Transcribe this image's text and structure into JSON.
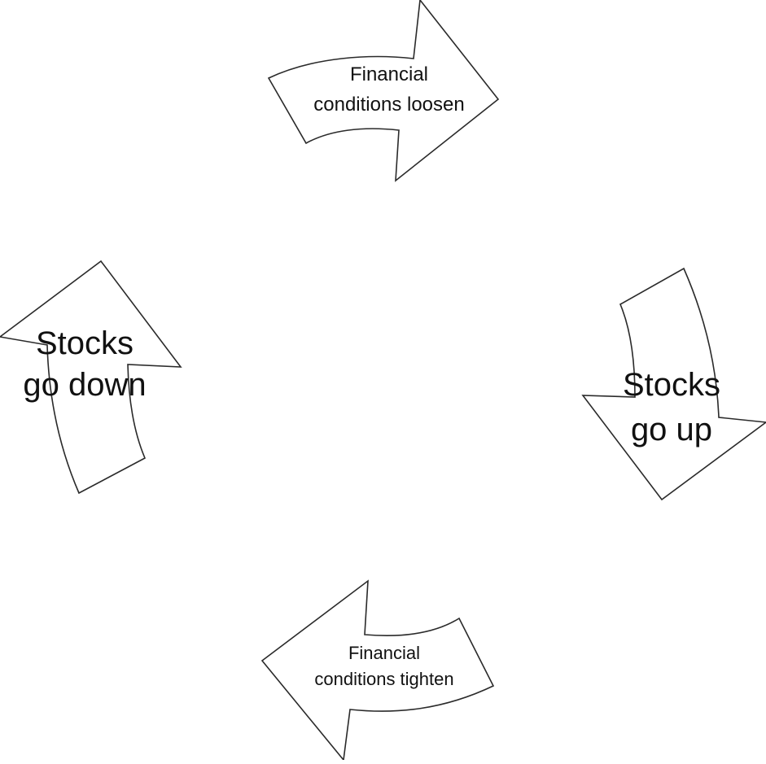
{
  "diagram": {
    "top_arrow": {
      "line1": "Financial",
      "line2": "conditions loosen"
    },
    "right_arrow": {
      "line1": "Stocks",
      "line2": "go up"
    },
    "bottom_arrow": {
      "line1": "Financial",
      "line2": "conditions tighten"
    },
    "left_arrow": {
      "line1": "Stocks",
      "line2": "go down"
    }
  },
  "colors": {
    "background": "#ffffff",
    "stroke": "#2a2a2a",
    "text": "#111111"
  }
}
